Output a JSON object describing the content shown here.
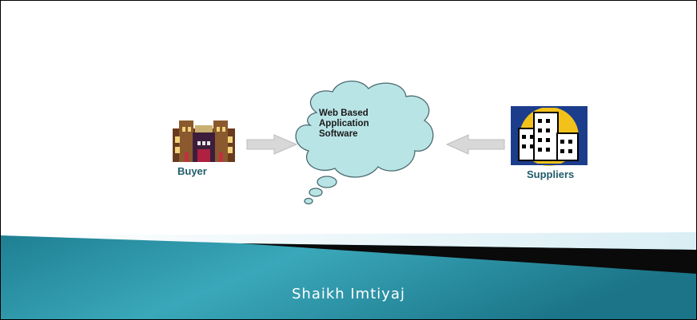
{
  "diagram": {
    "cloud_lines": [
      "Web Based",
      "Application",
      "Software"
    ],
    "buyer_label": "Buyer",
    "suppliers_label": "Suppliers"
  },
  "footer": {
    "presenter": "Shaikh Imtiyaj"
  },
  "colors": {
    "cloud_fill": "#b9e4e6",
    "label_text": "#1f5c6b",
    "banner_teal": "#2a8fa3",
    "banner_dark": "#0a0a0a",
    "suppliers_bg": "#1c3d8c",
    "suppliers_sun": "#f2c21a"
  }
}
